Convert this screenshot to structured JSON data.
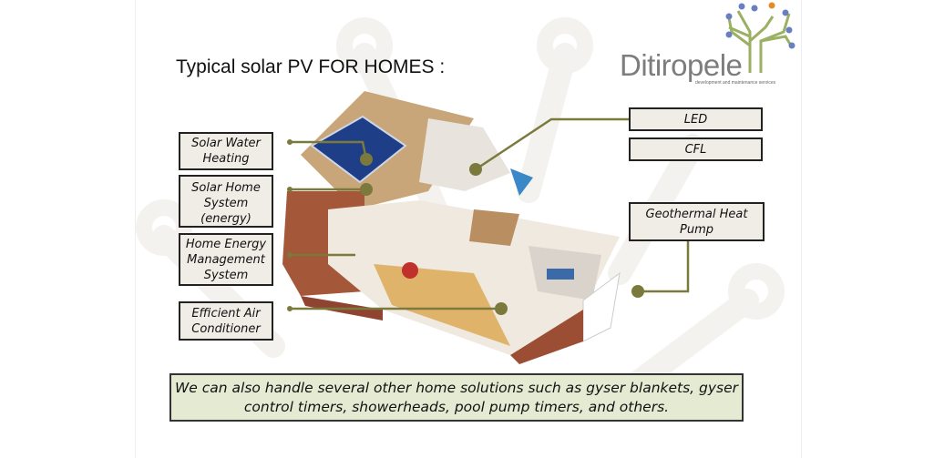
{
  "title": "Typical solar PV FOR HOMES :",
  "logo": {
    "name": "Ditiropele",
    "tagline": "development and maintenance services"
  },
  "left_labels": [
    "Solar Water Heating",
    "Solar Home System (energy)",
    "Home Energy Management System",
    "Efficient Air Conditioner"
  ],
  "right_labels": [
    "LED",
    "CFL",
    "Geothermal Heat Pump"
  ],
  "footer_note": "We can also handle several other home solutions such as gyser blankets, gyser control timers, showerheads, pool pump timers, and others.",
  "colors": {
    "connector": "#7b7a3c",
    "box_fill": "#efede6",
    "note_fill": "#e5ebd3",
    "logo_green": "#9bb062"
  }
}
